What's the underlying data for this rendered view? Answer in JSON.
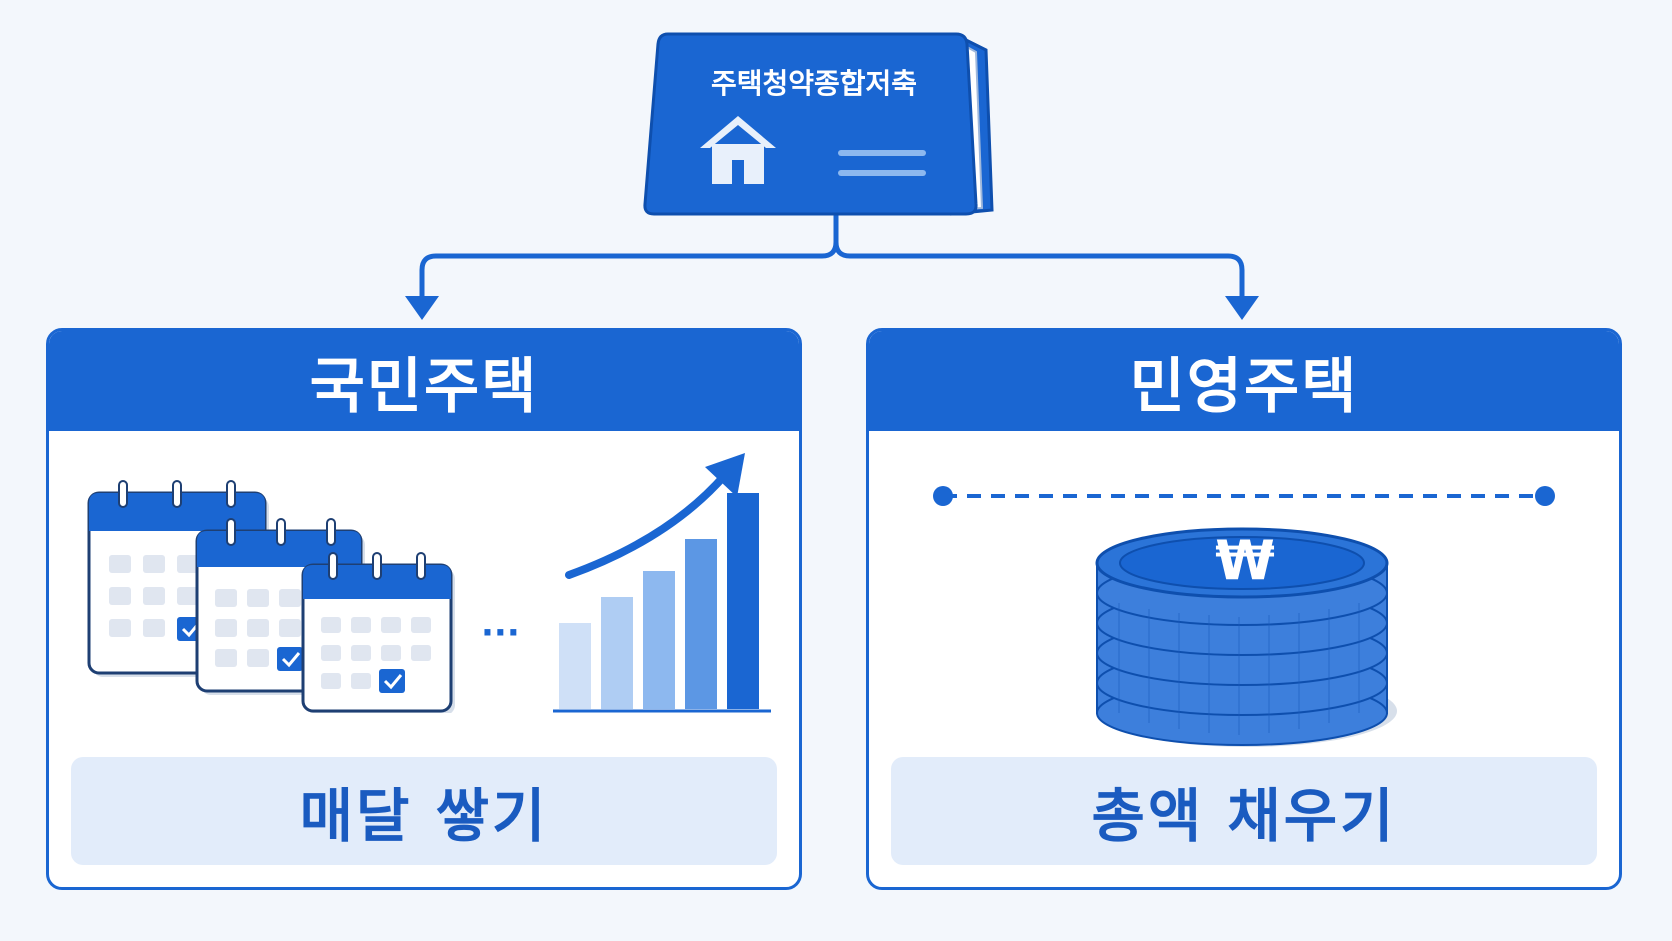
{
  "top": {
    "account_title": "주택청약종합저축"
  },
  "left_panel": {
    "header": "국민주택",
    "footer": "매달 쌓기",
    "ellipsis": "···"
  },
  "right_panel": {
    "header": "민영주택",
    "footer": "총액 채우기",
    "coin_symbol": "₩"
  },
  "colors": {
    "primary": "#1a66d2",
    "footer_bg": "#e2ecfa",
    "background": "#f3f7fc"
  },
  "icons": [
    "savings-book-icon",
    "house-icon",
    "calendar-icon",
    "checkmark-icon",
    "growth-arrow-icon",
    "bar-chart-icon",
    "coin-stack-icon",
    "won-icon"
  ]
}
